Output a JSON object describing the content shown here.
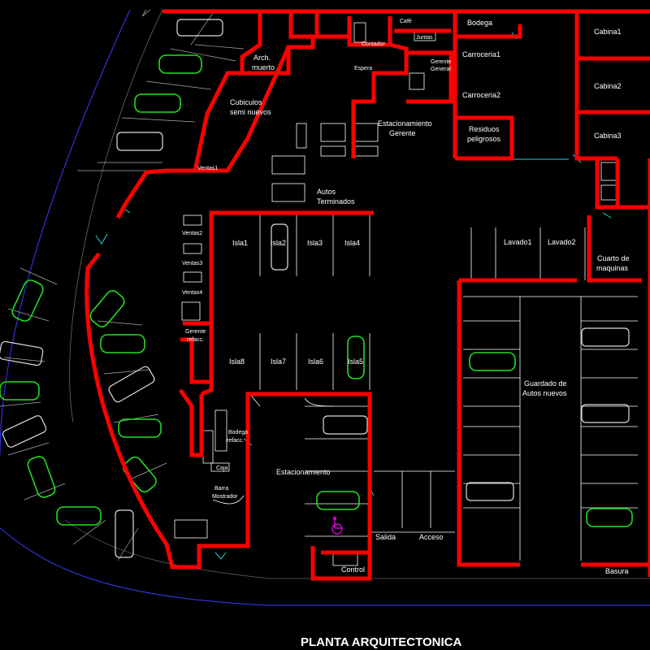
{
  "drawing": {
    "title": "PLANTA ARQUITECTONICA"
  },
  "rooms": {
    "cafe": "Café",
    "juntas": "Juntas",
    "contador": "Contador",
    "bodega": "Bodega",
    "cabina1": "Cabina1",
    "cabina2": "Cabina2",
    "cabina3": "Cabina3",
    "carroceria1": "Carroceria1",
    "carroceria2": "Carroceria2",
    "gerente_general_1": "Gerente",
    "gerente_general_2": "General",
    "espera": "Espera",
    "arch_muerto_1": "Arch.",
    "arch_muerto_2": "muerto",
    "cubiculos_1": "Cubiculos",
    "cubiculos_2": "semi nuevos",
    "ventas1": "Ventas1",
    "estac_gerente_1": "Estacionamiento",
    "estac_gerente_2": "Gerente",
    "residuos_1": "Residuos",
    "residuos_2": "peligrosos",
    "autos_term_1": "Autos",
    "autos_term_2": "Terminados",
    "ventas2": "Ventas2",
    "ventas3": "Ventas3",
    "ventas4": "Ventas4",
    "isla1": "Isla1",
    "isla2": "Isla2",
    "isla3": "Isla3",
    "isla4": "Isla4",
    "isla5": "Isla5",
    "isla6": "Isla6",
    "isla7": "Isla7",
    "isla8": "Isla8",
    "lavado1": "Lavado1",
    "lavado2": "Lavado2",
    "cuarto_maq_1": "Cuarto de",
    "cuarto_maq_2": "maquinas",
    "gerente_ref_1": "Gerente",
    "gerente_ref_2": "refacc.",
    "guardado_1": "Guardado de",
    "guardado_2": "Autos nuevos",
    "bodega_ref_1": "Bodega",
    "bodega_ref_2": "refacc.",
    "caja": "Caja",
    "barra_1": "Barra",
    "barra_2": "Mostrador",
    "estacionamiento": "Estacionamiento",
    "salida": "Salida",
    "acceso": "Acceso",
    "control": "Control",
    "basura": "Basura"
  },
  "colors": {
    "background": "#000000",
    "walls": "#ff0000",
    "fixtures": "#ffffff",
    "doors": "#2fd0e0",
    "vehicles_new": "#22dd22",
    "vehicles_other": "#dddddd",
    "accessible": "#dd00dd",
    "street_line": "#3a3aff"
  },
  "icons": {
    "accessible": "wheelchair-icon"
  }
}
